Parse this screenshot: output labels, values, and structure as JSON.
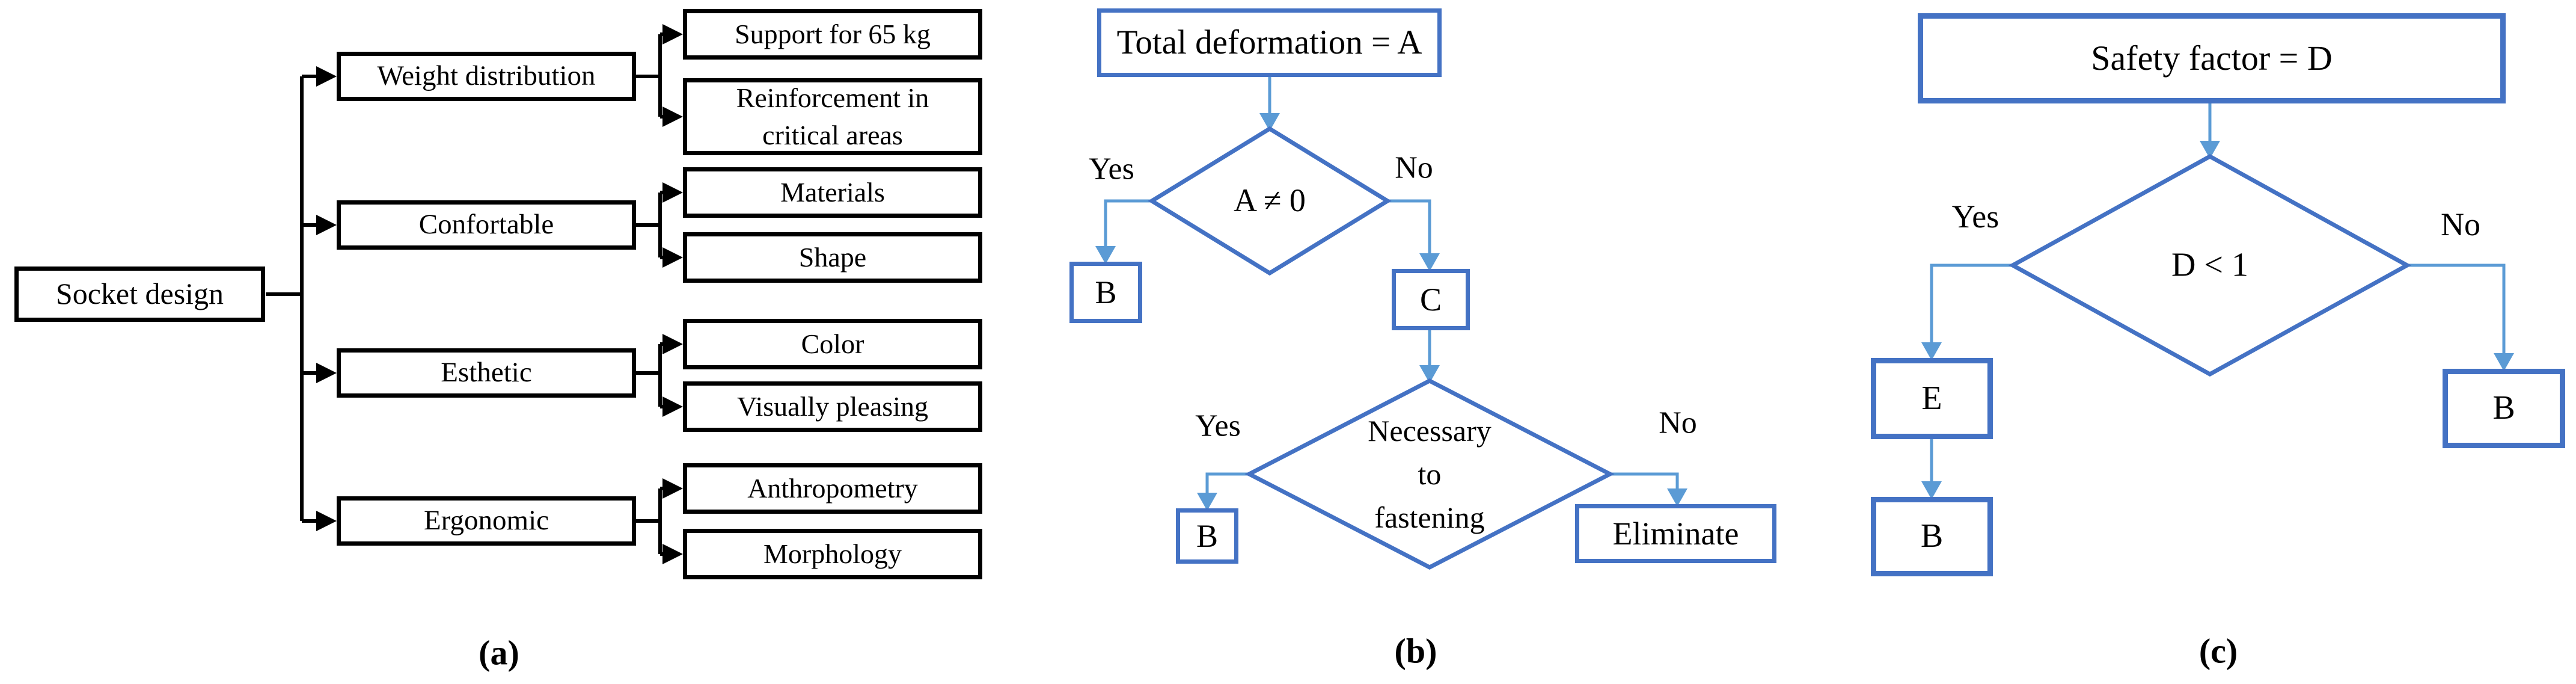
{
  "figure": {
    "a": {
      "caption": "(a)",
      "root": "Socket design",
      "branches": [
        {
          "label": "Weight distribution",
          "children": [
            "Support for 65 kg",
            "Reinforcement in critical areas"
          ]
        },
        {
          "label": "Confortable",
          "children": [
            "Materials",
            "Shape"
          ]
        },
        {
          "label": "Esthetic",
          "children": [
            "Color",
            "Visually pleasing"
          ]
        },
        {
          "label": "Ergonomic",
          "children": [
            "Anthropometry",
            "Morphology"
          ]
        }
      ]
    },
    "b": {
      "caption": "(b)",
      "start": "Total deformation = A",
      "d1": {
        "text": "A ≠ 0",
        "yes": "Yes",
        "no": "No"
      },
      "b1": "B",
      "c": "C",
      "d2": {
        "line1": "Necessary",
        "line2": "to",
        "line3": "fastening",
        "yes": "Yes",
        "no": "No"
      },
      "b2": "B",
      "eliminate": "Eliminate"
    },
    "c": {
      "caption": "(c)",
      "start": "Safety factor = D",
      "d": {
        "text": "D < 1",
        "yes": "Yes",
        "no": "No"
      },
      "e": "E",
      "b_yes": "B",
      "b_no": "B"
    },
    "colors": {
      "shape_blue": "#4472C4",
      "arrow_blue": "#5B9BD5",
      "line_black": "#000000"
    }
  }
}
